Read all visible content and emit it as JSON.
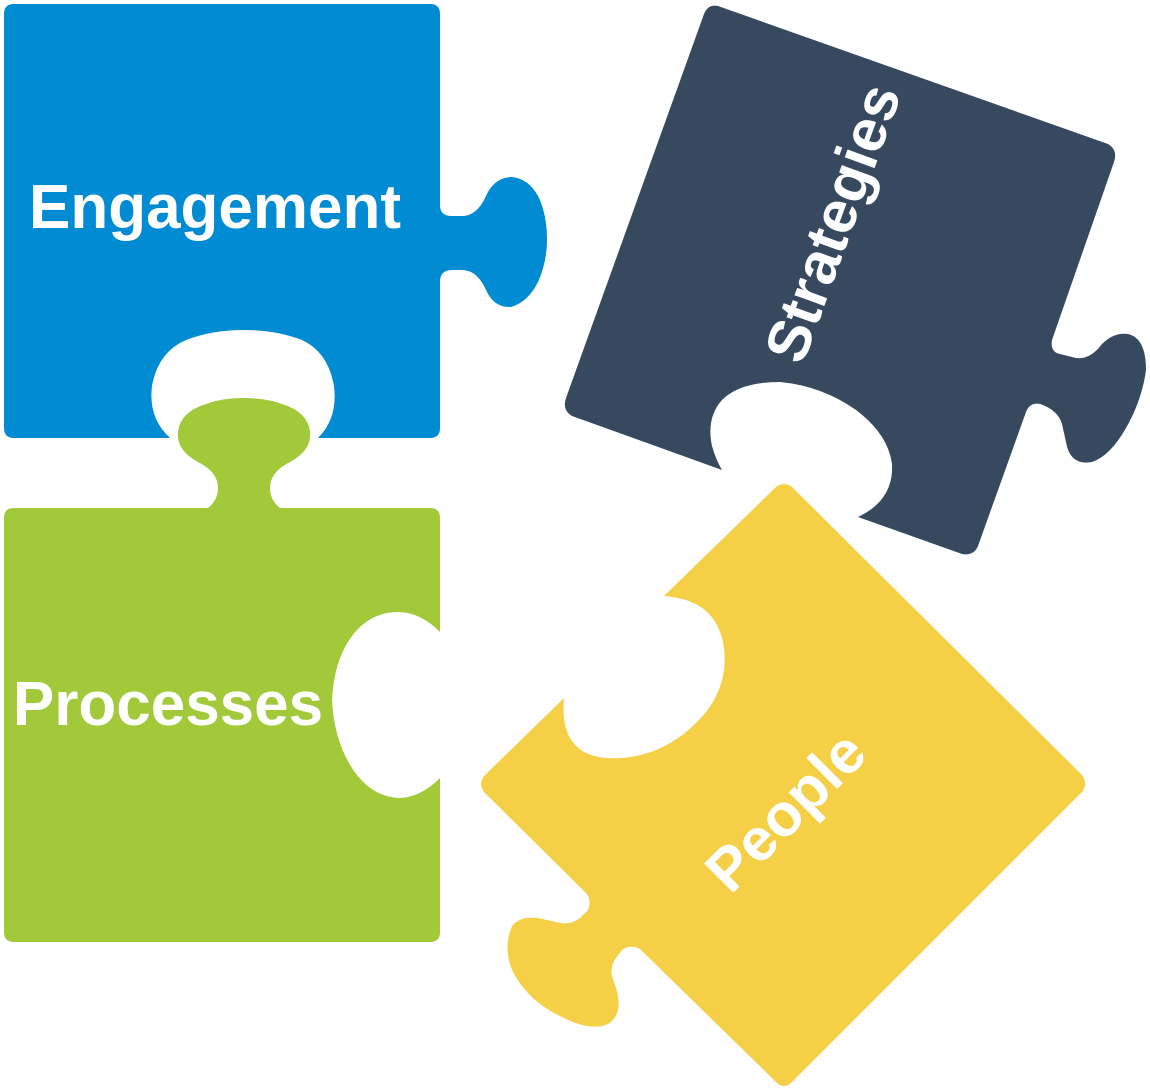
{
  "pieces": {
    "engagement": {
      "label": "Engagement",
      "color": "#018bd3"
    },
    "processes": {
      "label": "Processes",
      "color": "#a1c93a"
    },
    "strategies": {
      "label": "Strategies",
      "color": "#37495f"
    },
    "people": {
      "label": "People",
      "color": "#f5cf45"
    }
  }
}
